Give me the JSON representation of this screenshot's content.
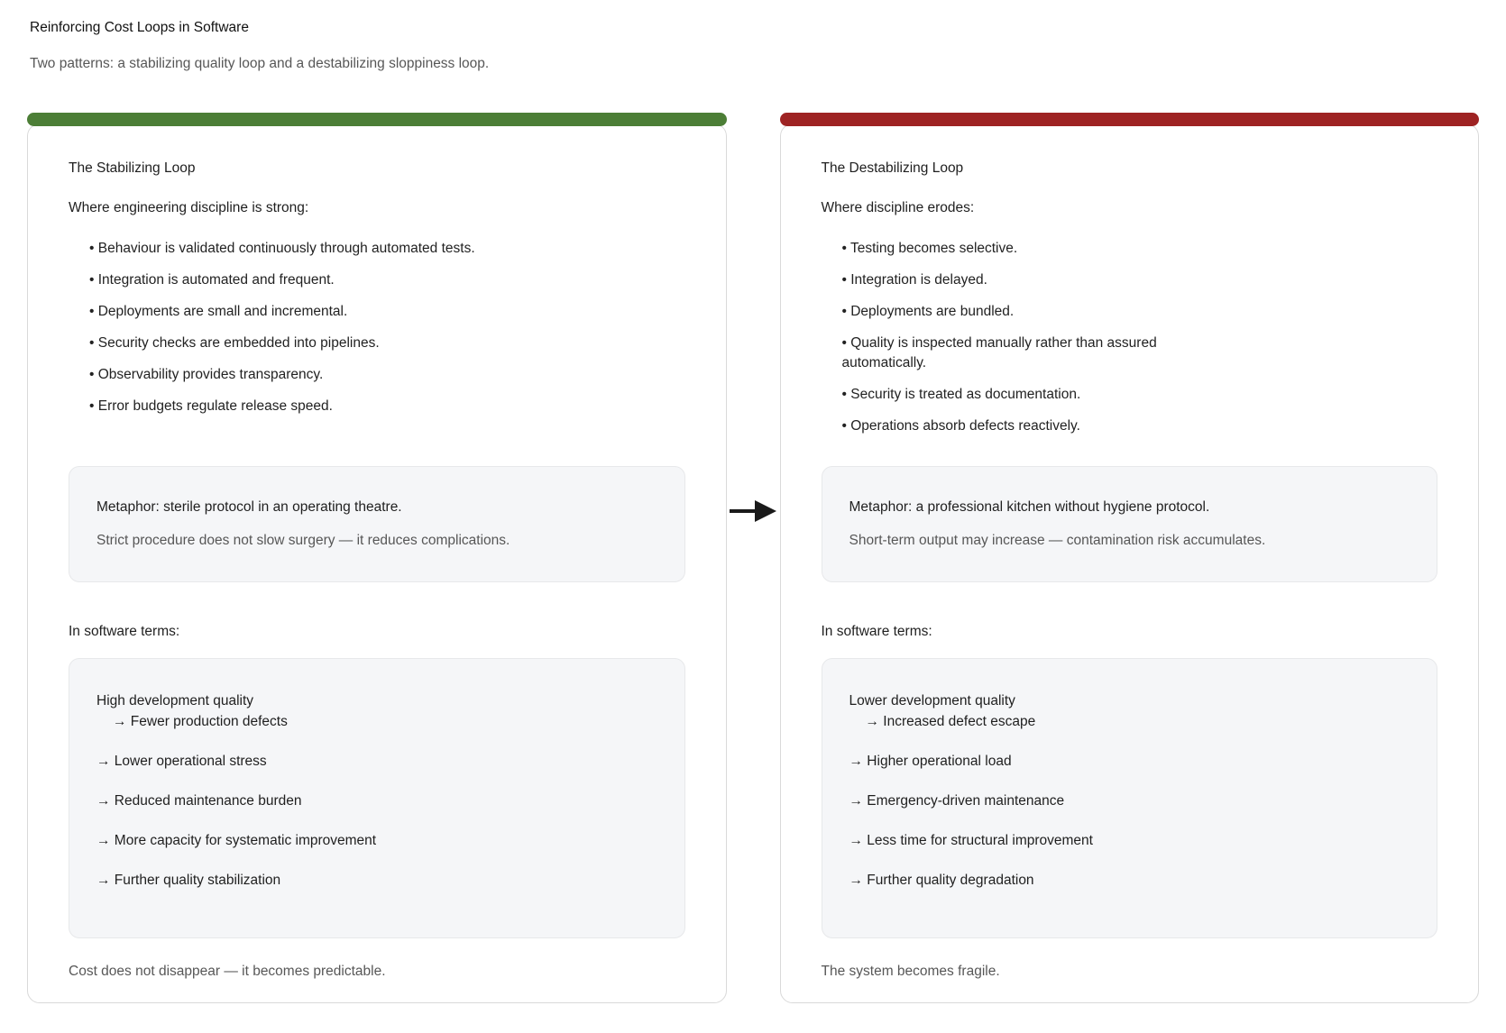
{
  "page": {
    "title": "Reinforcing Cost Loops in Software",
    "subtitle": "Two patterns: a stabilizing quality loop and a destabilizing sloppiness loop."
  },
  "colors": {
    "stabilizing_accent": "#4C7E36",
    "destabilizing_accent": "#9E2323",
    "arrow": "#1A1A1A"
  },
  "arrow": {
    "icon": "right-arrow"
  },
  "loops": {
    "stabilizing": {
      "heading": "The Stabilizing Loop",
      "intro": "Where engineering discipline is strong:",
      "bullets": [
        "Behaviour is validated continuously through automated tests.",
        "Integration is automated and frequent.",
        "Deployments are small and incremental.",
        "Security checks are embedded into pipelines.",
        "Observability provides transparency.",
        "Error budgets regulate release speed."
      ],
      "metaphor_title": "Metaphor: sterile protocol in an operating theatre.",
      "metaphor_note": "Strict procedure does not slow surgery — it reduces complications.",
      "software_terms_label": "In software terms:",
      "chain": {
        "start": "High development quality",
        "substep": "→ Fewer production defects",
        "steps": [
          "→ Lower operational stress",
          "→ Reduced maintenance burden",
          "→ More capacity for systematic improvement",
          "→ Further quality stabilization"
        ]
      },
      "conclusion": "Cost does not disappear — it becomes predictable."
    },
    "destabilizing": {
      "heading": "The Destabilizing Loop",
      "intro": "Where discipline erodes:",
      "bullets": [
        "Testing becomes selective.",
        "Integration is delayed.",
        "Deployments are bundled.",
        "Quality is inspected manually rather than assured\nautomatically.",
        "Security is treated as documentation.",
        "Operations absorb defects reactively."
      ],
      "metaphor_title": "Metaphor: a professional kitchen without hygiene protocol.",
      "metaphor_note": "Short-term output may increase — contamination risk accumulates.",
      "software_terms_label": "In software terms:",
      "chain": {
        "start": "Lower development quality",
        "substep": "→ Increased defect escape",
        "steps": [
          "→ Higher operational load",
          "→ Emergency-driven maintenance",
          "→ Less time for structural improvement",
          "→ Further quality degradation"
        ]
      },
      "conclusion": "The system becomes fragile."
    }
  }
}
